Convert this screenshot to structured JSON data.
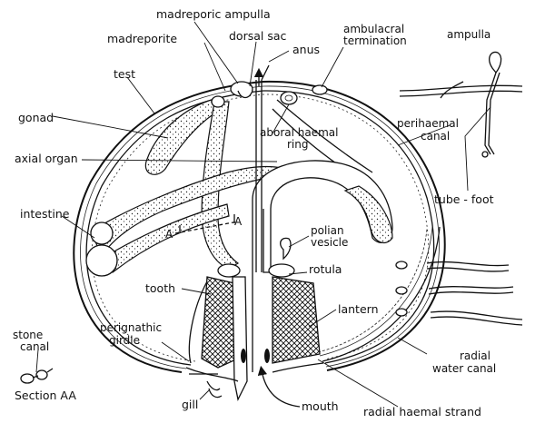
{
  "labels": {
    "madreporic_ampulla": "madreporic ampulla",
    "dorsal_sac": "dorsal sac",
    "madreporite": "madreporite",
    "anus": "anus",
    "ambulacral_line1": "ambulacral",
    "ambulacral_line2": "termination",
    "ampulla": "ampulla",
    "test": "test",
    "gonad": "gonad",
    "aboral_line1": "aboral haemal",
    "aboral_line2": "ring",
    "perihaemal_line1": "perihaemal",
    "perihaemal_line2": "canal",
    "axial_organ": "axial organ",
    "tube_foot": "tube - foot",
    "intestine": "intestine",
    "section_a_left": "A",
    "section_a_right": "A",
    "polian_line1": "polian",
    "polian_line2": "vesicle",
    "rotula": "rotula",
    "tooth": "tooth",
    "lantern": "lantern",
    "stone_line1": "stone",
    "stone_line2": "canal",
    "perignathic_line1": "perignathic",
    "perignathic_line2": "girdle",
    "radial_water_line1": "radial",
    "radial_water_line2": "water canal",
    "section_aa": "Section AA",
    "gill": "gill",
    "mouth": "mouth",
    "radial_haemal_strand": "radial haemal strand"
  }
}
